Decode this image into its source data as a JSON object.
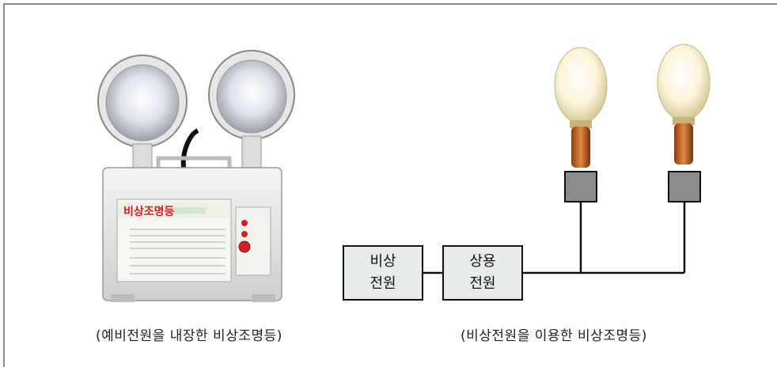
{
  "left_caption": "(예비전원을 내장한 비상조명등)",
  "right_caption": "(비상전원을 이용한 비상조명등)",
  "emergency_box": {
    "line1": "비상",
    "line2": "전원"
  },
  "commercial_box": {
    "line1": "상용",
    "line2": "전원"
  },
  "device_label": "비상조명등"
}
